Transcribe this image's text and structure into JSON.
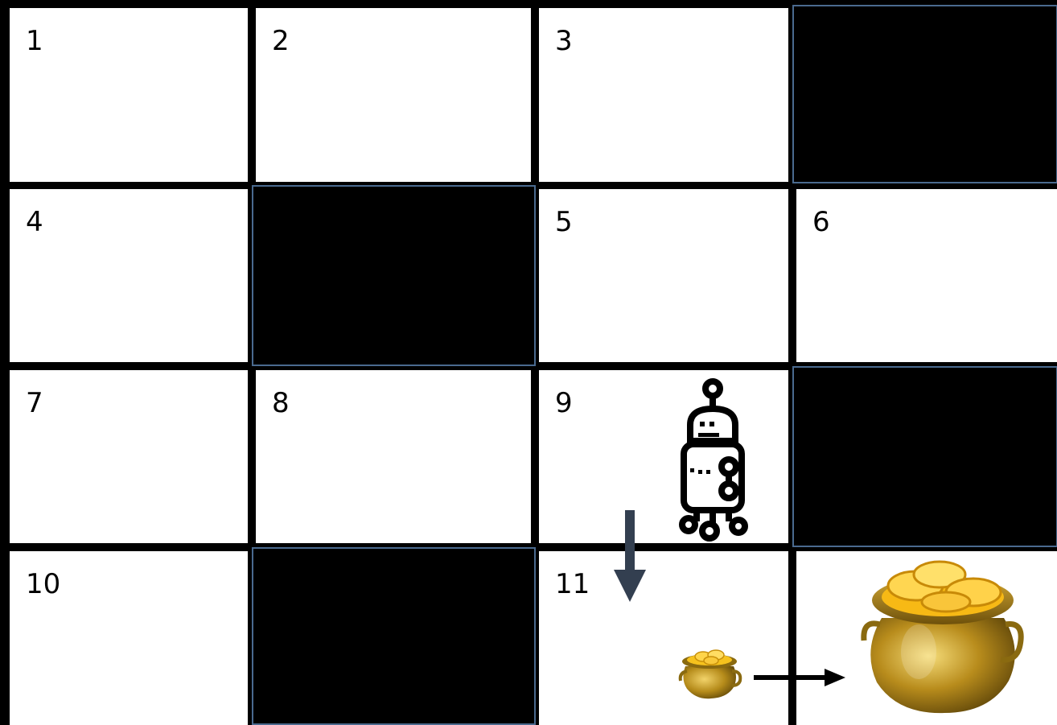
{
  "grid": {
    "cells": [
      {
        "label": "1",
        "type": "open"
      },
      {
        "label": "2",
        "type": "open"
      },
      {
        "label": "3",
        "type": "open"
      },
      {
        "label": "",
        "type": "wall"
      },
      {
        "label": "4",
        "type": "open"
      },
      {
        "label": "",
        "type": "wall"
      },
      {
        "label": "5",
        "type": "open"
      },
      {
        "label": "6",
        "type": "open"
      },
      {
        "label": "7",
        "type": "open"
      },
      {
        "label": "8",
        "type": "open"
      },
      {
        "label": "9",
        "type": "open"
      },
      {
        "label": "",
        "type": "wall"
      },
      {
        "label": "10",
        "type": "open"
      },
      {
        "label": "",
        "type": "wall"
      },
      {
        "label": "11",
        "type": "open"
      },
      {
        "label": "",
        "type": "open"
      }
    ]
  },
  "agent": {
    "icon": "robot-icon",
    "cell": "9"
  },
  "arrows": [
    {
      "icon": "arrow-down-icon",
      "color": "#333f50"
    },
    {
      "icon": "arrow-right-icon",
      "color": "#000000"
    }
  ],
  "rewards": [
    {
      "icon": "small-gold-pot-icon",
      "cell": "11"
    },
    {
      "icon": "large-gold-pot-icon"
    }
  ],
  "colors": {
    "wall": "#000000",
    "wall_border": "#4a6a8f",
    "open": "#ffffff",
    "gold": "#d4a017"
  }
}
